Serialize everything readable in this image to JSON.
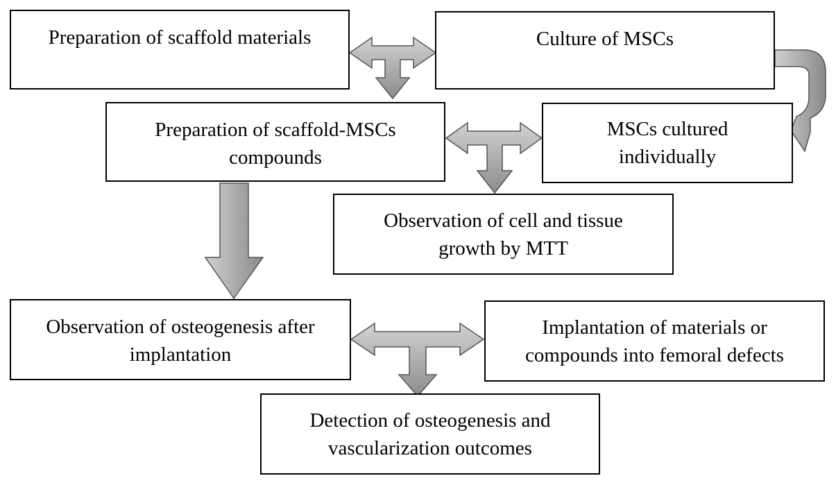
{
  "boxes": {
    "prep_scaffold": "Preparation of scaffold materials",
    "culture_mscs": "Culture of MSCs",
    "prep_compounds_line1": "Preparation of scaffold-MSCs",
    "prep_compounds_line2": "compounds",
    "mscs_individual_line1": "MSCs cultured",
    "mscs_individual_line2": "individually",
    "obs_growth_line1": "Observation of cell and tissue",
    "obs_growth_line2": "growth by MTT",
    "obs_osteo_line1": "Observation of osteogenesis after",
    "obs_osteo_line2": "implantation",
    "implantation_line1": "Implantation of materials or",
    "implantation_line2": "compounds into femoral defects",
    "detection_line1": "Detection of osteogenesis and",
    "detection_line2": "vascularization outcomes"
  },
  "colors": {
    "arrow_fill_light": "#c8c8c8",
    "arrow_fill_dark": "#8e8e8e",
    "arrow_stroke": "#555555",
    "box_border": "#000000"
  }
}
